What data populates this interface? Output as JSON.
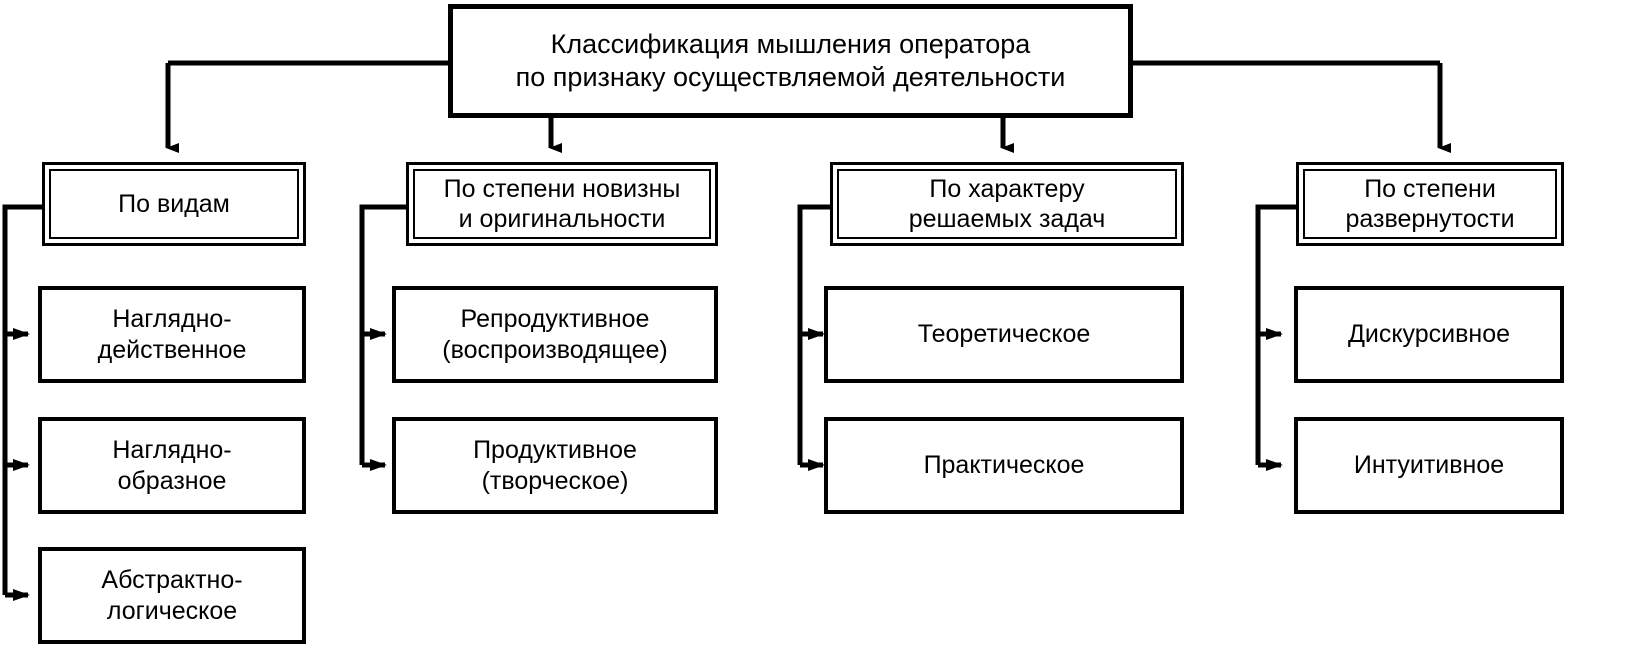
{
  "diagram": {
    "title_box": {
      "label": "Классификация мышления оператора\nпо признаку осуществляемой деятельности"
    },
    "columns": [
      {
        "header": "По видам",
        "children": [
          "Наглядно-\nдейственное",
          "Наглядно-\nобразное",
          "Абстрактно-\nлогическое"
        ]
      },
      {
        "header": "По степени новизны\nи оригинальности",
        "children": [
          "Репродуктивное\n(воспроизводящее)",
          "Продуктивное\n(творческое)"
        ]
      },
      {
        "header": "По характеру\nрешаемых задач",
        "children": [
          "Теоретическое",
          "Практическое"
        ]
      },
      {
        "header": "По степени\nразвернутости",
        "children": [
          "Дискурсивное",
          "Интуитивное"
        ]
      }
    ],
    "colors": {
      "stroke": "#000000",
      "background": "#ffffff",
      "text": "#000000"
    }
  }
}
